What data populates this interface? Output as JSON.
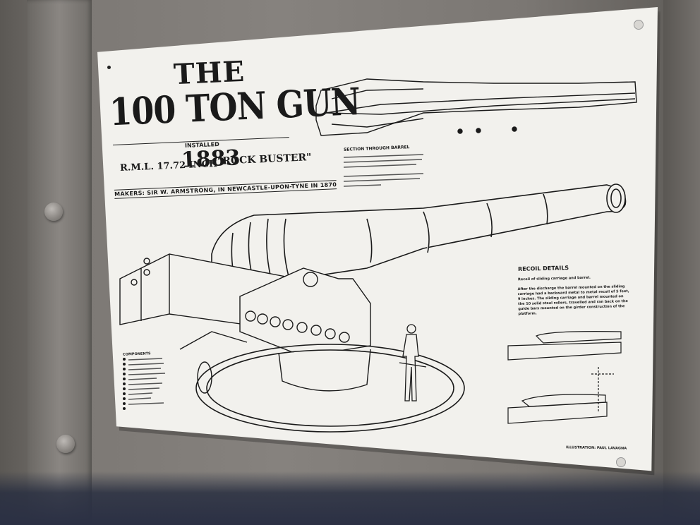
{
  "poster": {
    "title_line1": "THE",
    "title_line2": "100 TON GUN",
    "installed_label": "INSTALLED",
    "calibre": "R.M.L. 17.72 INCH",
    "year": "1883",
    "nickname": "\"ROCK BUSTER\"",
    "makers": "MAKERS: SIR W. ARMSTRONG, IN NEWCASTLE-UPON-TYNE IN 1870",
    "section_heading": "SECTION THROUGH BARREL",
    "recoil_heading": "RECOIL DETAILS",
    "recoil_subheading": "Recoil of sliding carriage and barrel.",
    "recoil_body": "After the discharge the barrel mounted on the sliding carriage had a backward metal to metal recoil of 5 feet, 9 inches. The sliding carriage and barrel mounted on the 10 solid steel rollers, travelled and ran back on the guide bars mounted on the girder construction of the platform.",
    "components_heading": "COMPONENTS",
    "illustration_credit": "ILLUSTRATION: PAUL LAVAGNA"
  },
  "colors": {
    "poster_paper": "#f2f1ed",
    "ink": "#1a1a1a",
    "wall": "#7d7975"
  }
}
